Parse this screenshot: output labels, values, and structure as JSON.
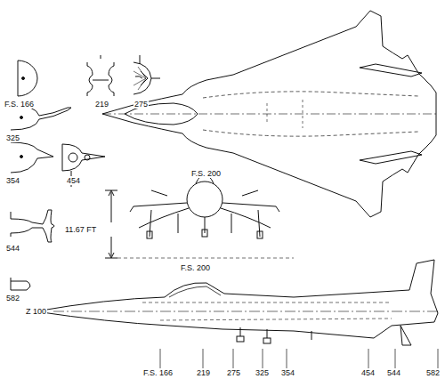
{
  "diagram": {
    "labels": [
      "F.S. 166",
      "219",
      "275",
      "325",
      "354",
      "454",
      "11.67 FT",
      "F.S. 200",
      "544",
      "F.S. 200",
      "582",
      "Z 100",
      "F.S. 166",
      "219",
      "275",
      "325",
      "354",
      "454",
      "544",
      "582"
    ]
  }
}
